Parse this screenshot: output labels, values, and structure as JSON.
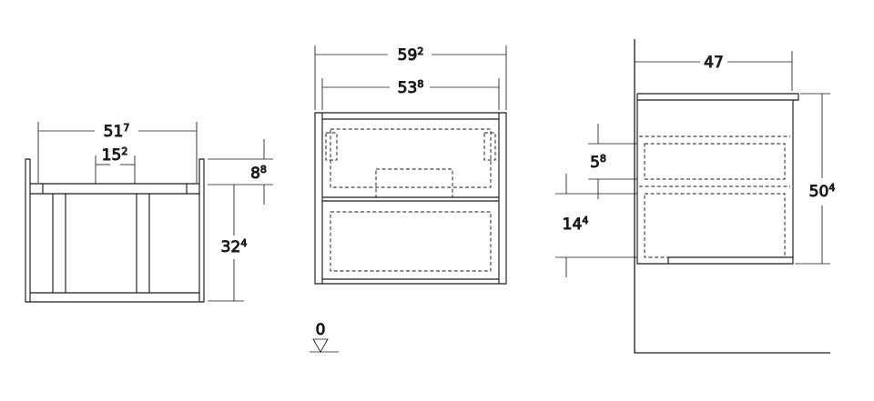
{
  "style": {
    "ink": "#1b1b1b",
    "background": "#ffffff"
  },
  "views": {
    "left": {
      "dims": {
        "total_width": {
          "value": "51",
          "sup": "7"
        },
        "center_width": {
          "value": "15",
          "sup": "2"
        },
        "top_height": {
          "value": "8",
          "sup": "8"
        },
        "body_height": {
          "value": "32",
          "sup": "4"
        }
      }
    },
    "front": {
      "dims": {
        "overall_width": {
          "value": "59",
          "sup": "2"
        },
        "drawer_width": {
          "value": "53",
          "sup": "8"
        }
      },
      "datum": {
        "value": "0"
      }
    },
    "side": {
      "dims": {
        "depth": {
          "value": "47",
          "sup": ""
        },
        "upper_inset": {
          "value": "5",
          "sup": "8"
        },
        "lower_inset": {
          "value": "14",
          "sup": "4"
        },
        "overall_height": {
          "value": "50",
          "sup": "4"
        }
      }
    }
  }
}
